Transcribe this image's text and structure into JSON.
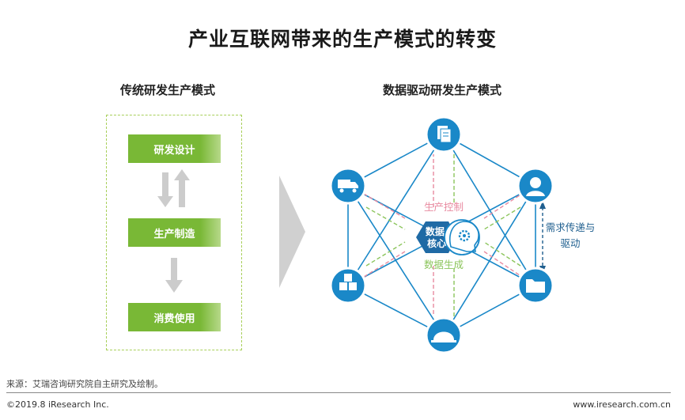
{
  "title": "产业互联网带来的生产模式的转变",
  "left": {
    "subtitle": "传统研发生产模式",
    "steps": [
      "研发设计",
      "生产制造",
      "消费使用"
    ]
  },
  "right": {
    "subtitle": "数据驱动研发生产模式",
    "core_label_1": "数据",
    "core_label_2": "核心",
    "top_label": "生产控制",
    "bottom_label": "数据生成",
    "side_label_line1": "需求传递与",
    "side_label_line2": "驱动",
    "nodes": [
      "document-icon",
      "user-icon",
      "folder-icon",
      "helmet-icon",
      "boxes-icon",
      "truck-icon"
    ]
  },
  "footer": {
    "source": "来源：艾瑞咨询研究院自主研究及绘制。",
    "copyright": "©2019.8 iResearch Inc.",
    "website": "www.iresearch.com.cn"
  },
  "colors": {
    "green": "#79b836",
    "blue": "#1a88c8",
    "dark_blue": "#1f5f8f",
    "pink": "#e88aa0",
    "light_green": "#8cc55c"
  }
}
